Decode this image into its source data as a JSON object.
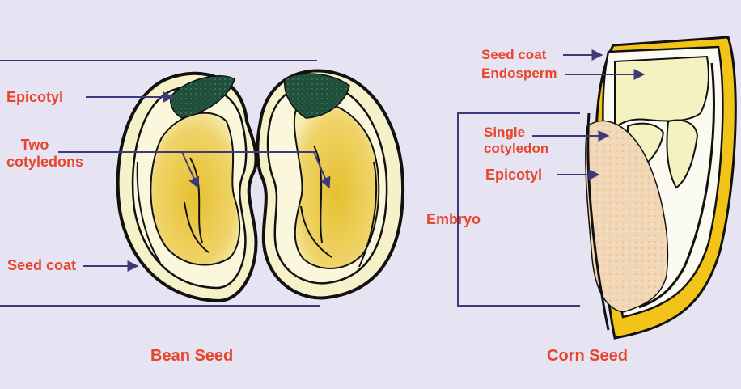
{
  "bean": {
    "caption": "Bean Seed",
    "labels": {
      "epicotyl": "Epicotyl",
      "cotyledons_line1": "Two",
      "cotyledons_line2": "cotyledons",
      "seed_coat": "Seed coat"
    }
  },
  "corn": {
    "caption": "Corn Seed",
    "labels": {
      "seed_coat": "Seed coat",
      "endosperm": "Endosperm",
      "cotyledon_line1": "Single",
      "cotyledon_line2": "cotyledon",
      "epicotyl": "Epicotyl",
      "embryo": "Embryo"
    }
  },
  "colors": {
    "background": "#e6e3f3",
    "label_text": "#e8452a",
    "pointer": "#3e3a7a",
    "cotyledon": "#e2c03a",
    "leaf": "#1e4d3a",
    "seed_coat_outline": "#111111",
    "corn_hull": "#f2c318",
    "endosperm": "#f3f2c0",
    "embryo": "#f1d6b3"
  }
}
